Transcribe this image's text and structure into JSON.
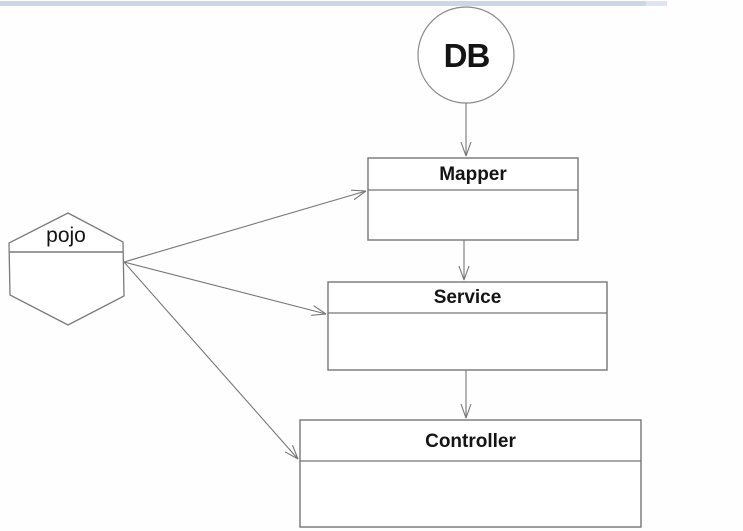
{
  "window": {
    "top_bar_color": "#ccd7e5",
    "top_bar_tail_color": "#dfe5ef"
  },
  "diagram": {
    "line_color": "#767676",
    "text_color": "#141414",
    "background_color": "#fefefe",
    "nodes": {
      "db": {
        "label": "DB",
        "shape": "circle"
      },
      "pojo": {
        "label": "pojo",
        "shape": "hexagon-partitioned"
      },
      "mapper": {
        "label": "Mapper",
        "shape": "partitioned-rectangle"
      },
      "service": {
        "label": "Service",
        "shape": "partitioned-rectangle"
      },
      "controller": {
        "label": "Controller",
        "shape": "partitioned-rectangle"
      }
    },
    "edges": [
      {
        "from": "db",
        "to": "mapper",
        "style": "open-arrow"
      },
      {
        "from": "mapper",
        "to": "service",
        "style": "open-arrow"
      },
      {
        "from": "service",
        "to": "controller",
        "style": "open-arrow"
      },
      {
        "from": "pojo",
        "to": "mapper",
        "style": "open-arrow"
      },
      {
        "from": "pojo",
        "to": "service",
        "style": "open-arrow"
      },
      {
        "from": "pojo",
        "to": "controller",
        "style": "open-arrow"
      }
    ]
  }
}
